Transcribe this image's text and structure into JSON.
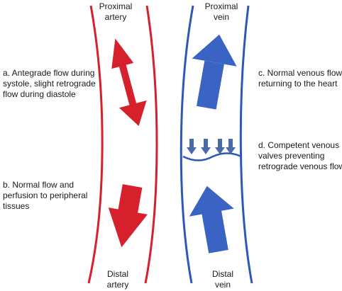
{
  "labels": {
    "proximal_artery": [
      "Proximal",
      "artery"
    ],
    "proximal_vein": [
      "Proximal",
      "vein"
    ],
    "distal_artery": [
      "Distal",
      "artery"
    ],
    "distal_vein": [
      "Distal",
      "vein"
    ],
    "a": [
      "a. Antegrade flow during",
      "systole, slight retrograde",
      "flow during diastole"
    ],
    "b": [
      "b. Normal flow and",
      "perfusion to peripheral",
      "tissues"
    ],
    "c": [
      "c. Normal venous flow",
      "returning to the heart"
    ],
    "d": [
      "d. Competent venous",
      "valves preventing",
      "retrograde venous flow"
    ]
  },
  "colors": {
    "artery": "#d6202b",
    "vein": "#2e57b8",
    "vein_arrow": "#3a63c4",
    "valve_arrow": "#4a6aa8",
    "text": "#1a1a1a"
  }
}
